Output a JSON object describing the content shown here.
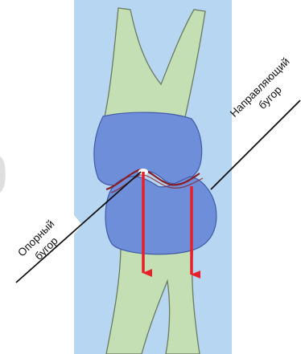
{
  "colors": {
    "background_panel": "#b6d6f2",
    "tooth_root": "#c3dfb3",
    "tooth_crown": "#6f8ed9",
    "contact_line": "#8a1c22",
    "force_arrow": "#e8202a",
    "pointer": "#111111"
  },
  "labels": {
    "guiding_cusp_line1": "Направляющий",
    "guiding_cusp_line2": "бугор",
    "support_cusp_line1": "Опорный",
    "support_cusp_line2": "бугор"
  }
}
